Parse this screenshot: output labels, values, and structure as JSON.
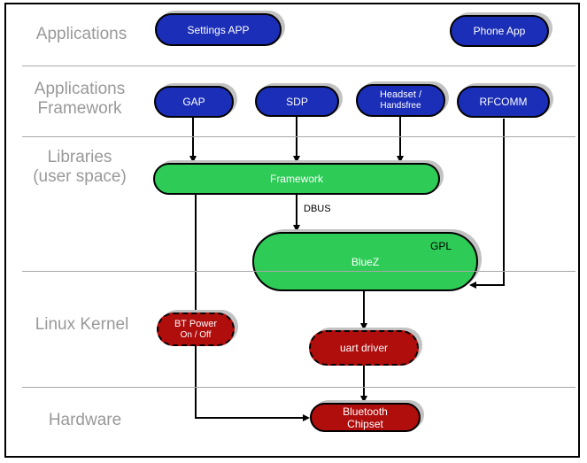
{
  "colors": {
    "blue": "#1b2eb8",
    "green": "#2ecc57",
    "red": "#b00d0d",
    "shadow": "#c2c2c2",
    "label_gray": "#999999",
    "divider_gray": "#a8a8a8",
    "line_black": "#000000"
  },
  "layers": {
    "applications": "Applications",
    "applications_framework": {
      "line1": "Applications",
      "line2": "Framework"
    },
    "libraries": {
      "line1": "Libraries",
      "line2": "(user space)"
    },
    "linux_kernel": "Linux Kernel",
    "hardware": "Hardware"
  },
  "nodes": {
    "settings_app": "Settings APP",
    "phone_app": "Phone App",
    "gap": "GAP",
    "sdp": "SDP",
    "headset": {
      "line1": "Headset /",
      "line2": "Handsfree"
    },
    "rfcomm": "RFCOMM",
    "framework": "Framework",
    "bluez": "BlueZ",
    "gpl_badge": "GPL",
    "bt_power": {
      "line1": "BT Power",
      "line2": "On / Off"
    },
    "uart_driver": "uart driver",
    "bluetooth_chipset": {
      "line1": "Bluetooth",
      "line2": "Chipset"
    }
  },
  "edges": {
    "dbus_label": "DBUS"
  }
}
